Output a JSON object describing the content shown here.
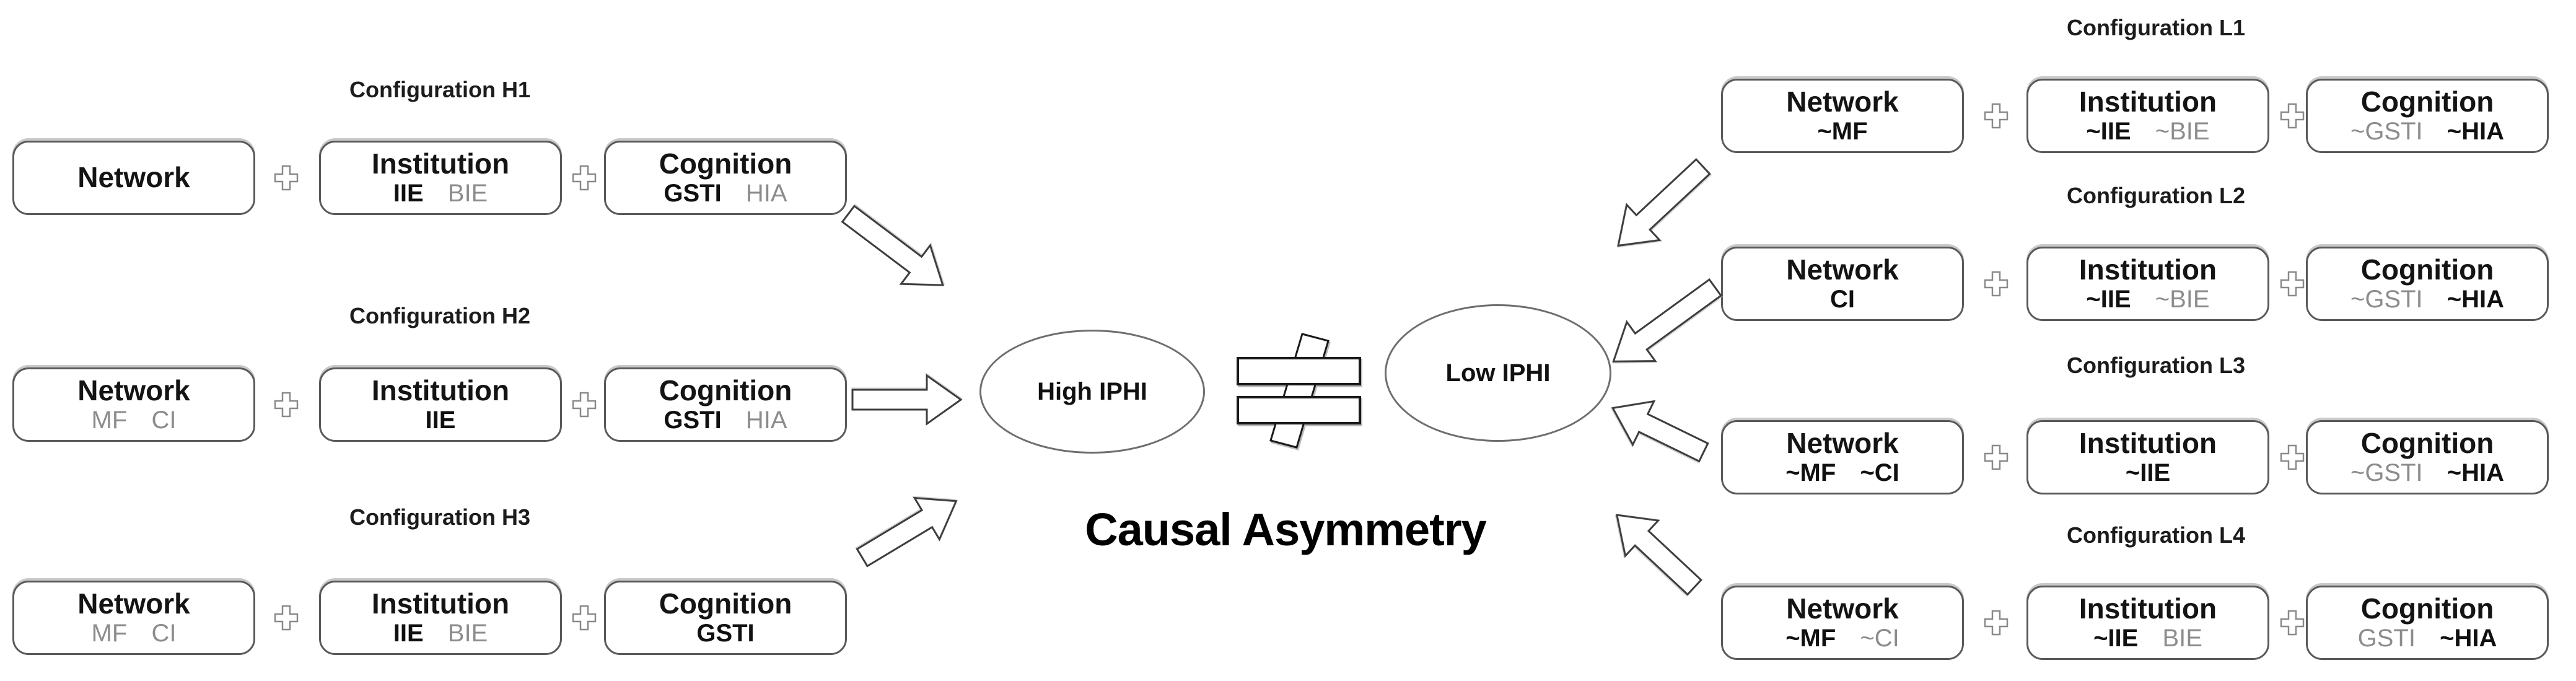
{
  "figure": {
    "caption": "Causal Asymmetry",
    "icons": {
      "plus": "+",
      "not_equal": "≠",
      "arrow": "block-arrow"
    },
    "high_node": {
      "label": "High IPHI"
    },
    "low_node": {
      "label": "Low IPHI"
    },
    "configs": [
      {
        "id": "H1",
        "title": "Configuration H1",
        "boxes": [
          {
            "title": "Network",
            "tokens": []
          },
          {
            "title": "Institution",
            "tokens": [
              {
                "text": "IIE",
                "emph": true
              },
              {
                "text": "BIE",
                "emph": false
              }
            ]
          },
          {
            "title": "Cognition",
            "tokens": [
              {
                "text": "GSTI",
                "emph": true
              },
              {
                "text": "HIA",
                "emph": false
              }
            ]
          }
        ]
      },
      {
        "id": "H2",
        "title": "Configuration H2",
        "boxes": [
          {
            "title": "Network",
            "tokens": [
              {
                "text": "MF",
                "emph": false
              },
              {
                "text": "CI",
                "emph": false
              }
            ]
          },
          {
            "title": "Institution",
            "tokens": [
              {
                "text": "IIE",
                "emph": true
              }
            ]
          },
          {
            "title": "Cognition",
            "tokens": [
              {
                "text": "GSTI",
                "emph": true
              },
              {
                "text": "HIA",
                "emph": false
              }
            ]
          }
        ]
      },
      {
        "id": "H3",
        "title": "Configuration H3",
        "boxes": [
          {
            "title": "Network",
            "tokens": [
              {
                "text": "MF",
                "emph": false
              },
              {
                "text": "CI",
                "emph": false
              }
            ]
          },
          {
            "title": "Institution",
            "tokens": [
              {
                "text": "IIE",
                "emph": true
              },
              {
                "text": "BIE",
                "emph": false
              }
            ]
          },
          {
            "title": "Cognition",
            "tokens": [
              {
                "text": "GSTI",
                "emph": true
              }
            ]
          }
        ]
      },
      {
        "id": "L1",
        "title": "Configuration L1",
        "boxes": [
          {
            "title": "Network",
            "tokens": [
              {
                "text": "~MF",
                "emph": true
              }
            ]
          },
          {
            "title": "Institution",
            "tokens": [
              {
                "text": "~IIE",
                "emph": true
              },
              {
                "text": "~BIE",
                "emph": false
              }
            ]
          },
          {
            "title": "Cognition",
            "tokens": [
              {
                "text": "~GSTI",
                "emph": false
              },
              {
                "text": "~HIA",
                "emph": true
              }
            ]
          }
        ]
      },
      {
        "id": "L2",
        "title": "Configuration L2",
        "boxes": [
          {
            "title": "Network",
            "tokens": [
              {
                "text": "CI",
                "emph": true
              }
            ]
          },
          {
            "title": "Institution",
            "tokens": [
              {
                "text": "~IIE",
                "emph": true
              },
              {
                "text": "~BIE",
                "emph": false
              }
            ]
          },
          {
            "title": "Cognition",
            "tokens": [
              {
                "text": "~GSTI",
                "emph": false
              },
              {
                "text": "~HIA",
                "emph": true
              }
            ]
          }
        ]
      },
      {
        "id": "L3",
        "title": "Configuration L3",
        "boxes": [
          {
            "title": "Network",
            "tokens": [
              {
                "text": "~MF",
                "emph": true
              },
              {
                "text": "~CI",
                "emph": true
              }
            ]
          },
          {
            "title": "Institution",
            "tokens": [
              {
                "text": "~IIE",
                "emph": true
              }
            ]
          },
          {
            "title": "Cognition",
            "tokens": [
              {
                "text": "~GSTI",
                "emph": false
              },
              {
                "text": "~HIA",
                "emph": true
              }
            ]
          }
        ]
      },
      {
        "id": "L4",
        "title": "Configuration L4",
        "boxes": [
          {
            "title": "Network",
            "tokens": [
              {
                "text": "~MF",
                "emph": true
              },
              {
                "text": "~CI",
                "emph": false
              }
            ]
          },
          {
            "title": "Institution",
            "tokens": [
              {
                "text": "~IIE",
                "emph": true
              },
              {
                "text": "BIE",
                "emph": false
              }
            ]
          },
          {
            "title": "Cognition",
            "tokens": [
              {
                "text": "GSTI",
                "emph": false
              },
              {
                "text": "~HIA",
                "emph": true
              }
            ]
          }
        ]
      }
    ]
  }
}
